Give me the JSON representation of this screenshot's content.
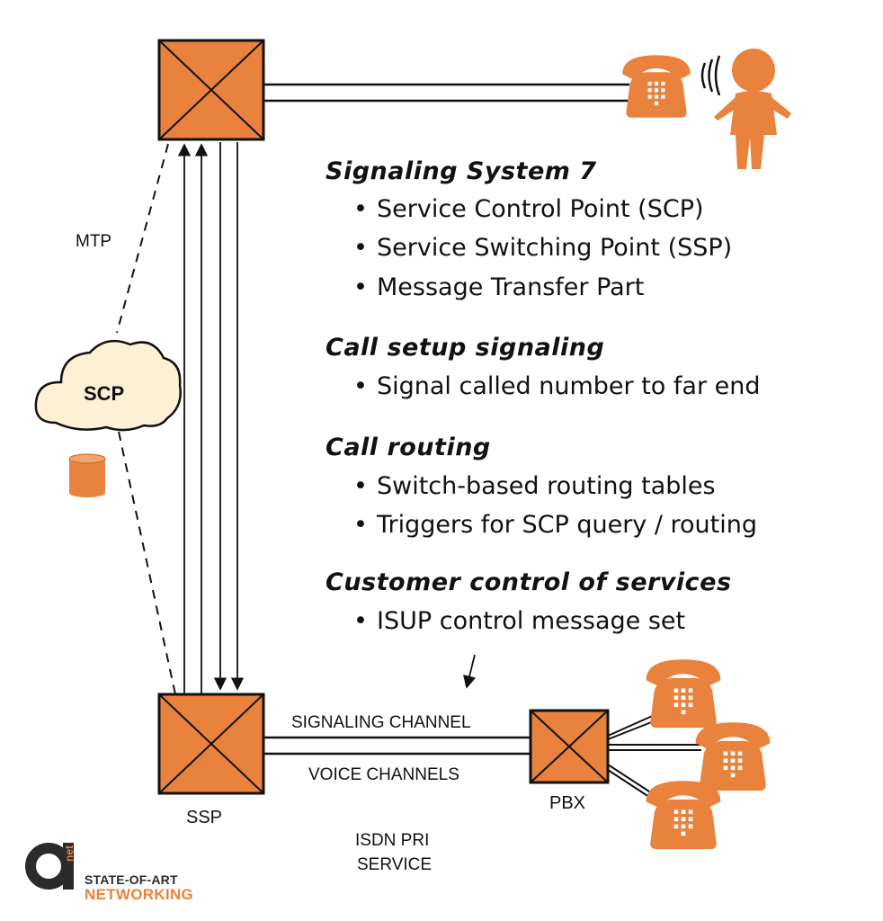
{
  "colors": {
    "orange": "#e8823d",
    "cloud": "#fdf1d5",
    "line": "#111111"
  },
  "labels": {
    "mtp": "MTP",
    "scp": "SCP",
    "ssp": "SSP",
    "pbx": "PBX",
    "signaling_channel": "SIGNALING CHANNEL",
    "voice_channels": "VOICE CHANNELS",
    "isdn_line1": "ISDN PRI",
    "isdn_line2": "SERVICE"
  },
  "sections": [
    {
      "heading": "Signaling System 7",
      "bullets": [
        "Service Control Point (SCP)",
        "Service Switching Point (SSP)",
        "Message Transfer Part"
      ]
    },
    {
      "heading": "Call setup signaling",
      "bullets": [
        "Signal called number to far end"
      ]
    },
    {
      "heading": "Call routing",
      "bullets": [
        "Switch-based routing tables",
        "Triggers for SCP query / routing"
      ]
    },
    {
      "heading": "Customer control of services",
      "bullets": [
        "ISUP control message set"
      ]
    }
  ],
  "icons": [
    "switch-icon",
    "telephone-icon",
    "person-icon",
    "sound-waves-icon",
    "cloud-icon",
    "database-icon",
    "arrow-icon"
  ],
  "logo": {
    "mark": "a",
    "sub": "net",
    "line1": "STATE-OF-ART",
    "line2": "NETWORKING"
  }
}
